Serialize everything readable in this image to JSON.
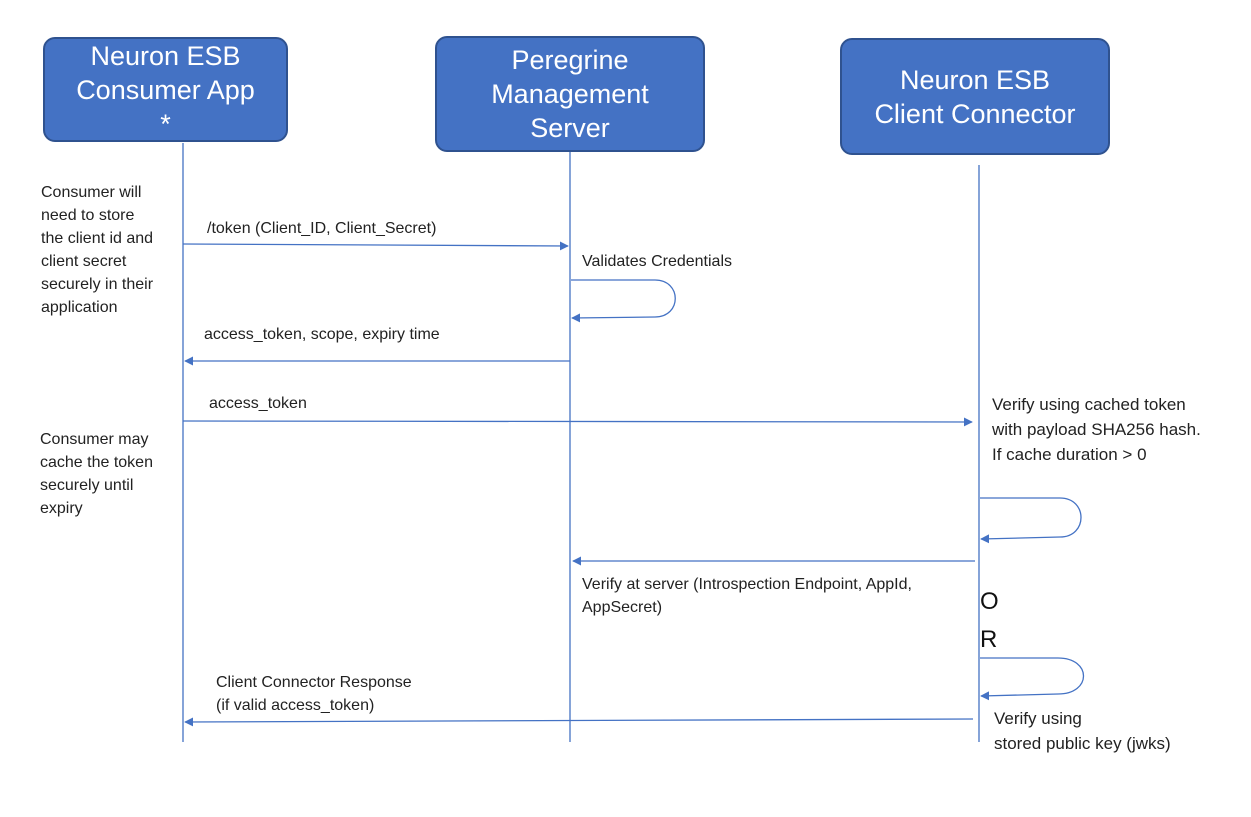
{
  "colors": {
    "actor_fill": "#4472c4",
    "actor_border": "#2f528f",
    "actor_text": "#ffffff",
    "line": "#4472c4",
    "text": "#222222"
  },
  "actors": {
    "consumer": {
      "line1": "Neuron ESB",
      "line2": "Consumer App",
      "line3": "*"
    },
    "peregrine": {
      "line1": "Peregrine",
      "line2": "Management",
      "line3": "Server"
    },
    "connector": {
      "line1": "Neuron ESB",
      "line2": "Client Connector"
    }
  },
  "notes": {
    "consumer_store": [
      "Consumer will",
      "need to store",
      "the client id and",
      "client secret",
      "securely in their",
      "application"
    ],
    "consumer_cache": [
      "Consumer may",
      "cache the token",
      "securely until",
      "expiry"
    ],
    "or_letters": [
      "O",
      "R"
    ]
  },
  "messages": {
    "token_request": "/token (Client_ID, Client_Secret)",
    "validates": "Validates Credentials",
    "token_response": "access_token, scope, expiry time",
    "access_token": "access_token",
    "verify_cached": [
      "Verify using cached token",
      "with payload SHA256 hash.",
      "If cache duration > 0"
    ],
    "verify_server": [
      "Verify at server (Introspection Endpoint, AppId,",
      "AppSecret)"
    ],
    "connector_response": [
      "Client Connector Response",
      "(if valid access_token)"
    ],
    "verify_jwks": [
      "Verify using",
      "stored public key (jwks)"
    ]
  }
}
